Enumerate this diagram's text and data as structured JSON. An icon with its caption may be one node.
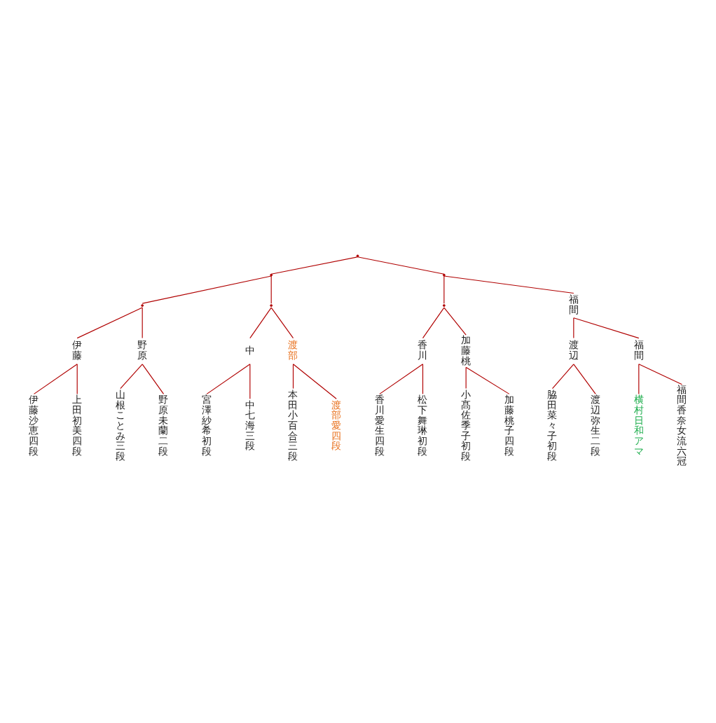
{
  "diagram": {
    "nodes": [
      {
        "text": [],
        "shape": "point"
      },
      {
        "text": [],
        "shape": "point"
      },
      {
        "text": [],
        "shape": "point"
      },
      {
        "text": [],
        "shape": "point"
      },
      {
        "text": [],
        "shape": "point"
      },
      {
        "text": [],
        "shape": "point"
      },
      {
        "text": [
          "福間"
        ]
      },
      {
        "text": [
          "伊藤"
        ]
      },
      {
        "text": [
          "野原"
        ]
      },
      {
        "text": [
          "中"
        ]
      },
      {
        "text": [
          "渡部"
        ]
      },
      {
        "text": [
          "香川"
        ]
      },
      {
        "text": [
          "加藤桃"
        ]
      },
      {
        "text": [
          "渡辺"
        ]
      },
      {
        "text": [
          "福間"
        ]
      },
      {
        "text": [
          "伊藤沙恵四段"
        ]
      },
      {
        "text": [
          "上田初美四段"
        ]
      },
      {
        "text": [
          "山根ことみ三段"
        ]
      },
      {
        "text": [
          "野原未蘭二段"
        ]
      },
      {
        "text": [
          "宮澤紗希初段"
        ]
      },
      {
        "text": [
          "中七海三段"
        ]
      },
      {
        "text": [
          "本田小百合三段"
        ]
      },
      {
        "text": [
          "渡部愛四段"
        ]
      },
      {
        "text": [
          "香川愛生四段"
        ]
      },
      {
        "text": [
          "松下舞琳初段"
        ]
      },
      {
        "text": [
          "小髙佐季子初段"
        ]
      },
      {
        "text": [
          "加藤桃子四段"
        ]
      },
      {
        "text": [
          "脇田菜々子初段"
        ]
      },
      {
        "text": [
          "渡辺弥生二段"
        ]
      },
      {
        "text": [
          "横村日和アマ"
        ]
      },
      {
        "text": [
          "福間香奈女流六冠"
        ]
      }
    ],
    "edges": [
      {
        "from": 0,
        "to": 1,
        "arrow": "none"
      },
      {
        "from": 0,
        "to": 2,
        "arrow": "none"
      },
      {
        "from": 1,
        "to": 3,
        "arrow": "none"
      },
      {
        "from": 1,
        "to": 4,
        "arrow": "none"
      },
      {
        "from": 2,
        "to": 5,
        "arrow": "none"
      },
      {
        "from": 2,
        "to": 6,
        "arrow": "none"
      },
      {
        "from": 3,
        "to": 7,
        "arrow": "none"
      },
      {
        "from": 3,
        "to": 8,
        "arrow": "none"
      },
      {
        "from": 4,
        "to": 9,
        "arrow": "none"
      },
      {
        "from": 4,
        "to": 10,
        "arrow": "none"
      },
      {
        "from": 5,
        "to": 11,
        "arrow": "none"
      },
      {
        "from": 5,
        "to": 12,
        "arrow": "none"
      },
      {
        "from": 6,
        "to": 13,
        "arrow": "none"
      },
      {
        "from": 6,
        "to": 14,
        "arrow": "none"
      },
      {
        "from": 7,
        "to": 15,
        "arrow": "none"
      },
      {
        "from": 7,
        "to": 16,
        "arrow": "none"
      },
      {
        "from": 8,
        "to": 17,
        "arrow": "none"
      },
      {
        "from": 8,
        "to": 18,
        "arrow": "none"
      },
      {
        "from": 9,
        "to": 19,
        "arrow": "none"
      },
      {
        "from": 9,
        "to": 20,
        "arrow": "none"
      },
      {
        "from": 10,
        "to": 21,
        "arrow": "none"
      },
      {
        "from": 10,
        "to": 22,
        "arrow": "none"
      },
      {
        "from": 11,
        "to": 23,
        "arrow": "none"
      },
      {
        "from": 11,
        "to": 24,
        "arrow": "none"
      },
      {
        "from": 12,
        "to": 25,
        "arrow": "none"
      },
      {
        "from": 12,
        "to": 26,
        "arrow": "none"
      },
      {
        "from": 13,
        "to": 27,
        "arrow": "none"
      },
      {
        "from": 13,
        "to": 28,
        "arrow": "none"
      },
      {
        "from": 14,
        "to": 29,
        "arrow": "none"
      },
      {
        "from": 14,
        "to": 30,
        "arrow": "none"
      }
    ]
  }
}
